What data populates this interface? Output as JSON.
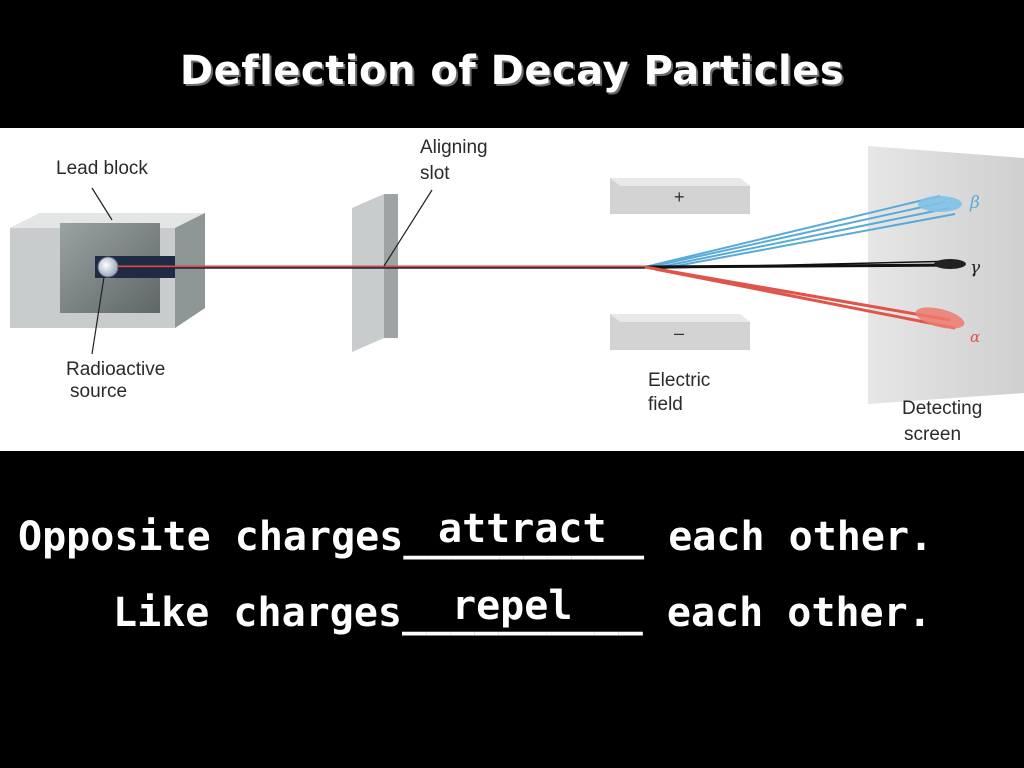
{
  "title": "Deflection of Decay Particles",
  "diagram": {
    "lead_block_label": "Lead block",
    "aligning_slot_label": [
      "Aligning",
      "slot"
    ],
    "radioactive_source_label": [
      "Radioactive",
      "source"
    ],
    "positive_plate_sign": "+",
    "negative_plate_sign": "–",
    "electric_field_label": [
      "Electric",
      "field"
    ],
    "detecting_screen_label": [
      "Detecting",
      "screen"
    ],
    "beta_symbol": "β",
    "gamma_symbol": "γ",
    "alpha_symbol": "α",
    "colors": {
      "beta": "#5aaad8",
      "gamma": "#111111",
      "alpha": "#e0554a",
      "plate": "#cfcfcf"
    }
  },
  "sentences": {
    "opposite": "Opposite charges__________ each other.",
    "opposite_answer": "attract",
    "like": "Like charges__________ each other.",
    "like_answer": "repel"
  }
}
